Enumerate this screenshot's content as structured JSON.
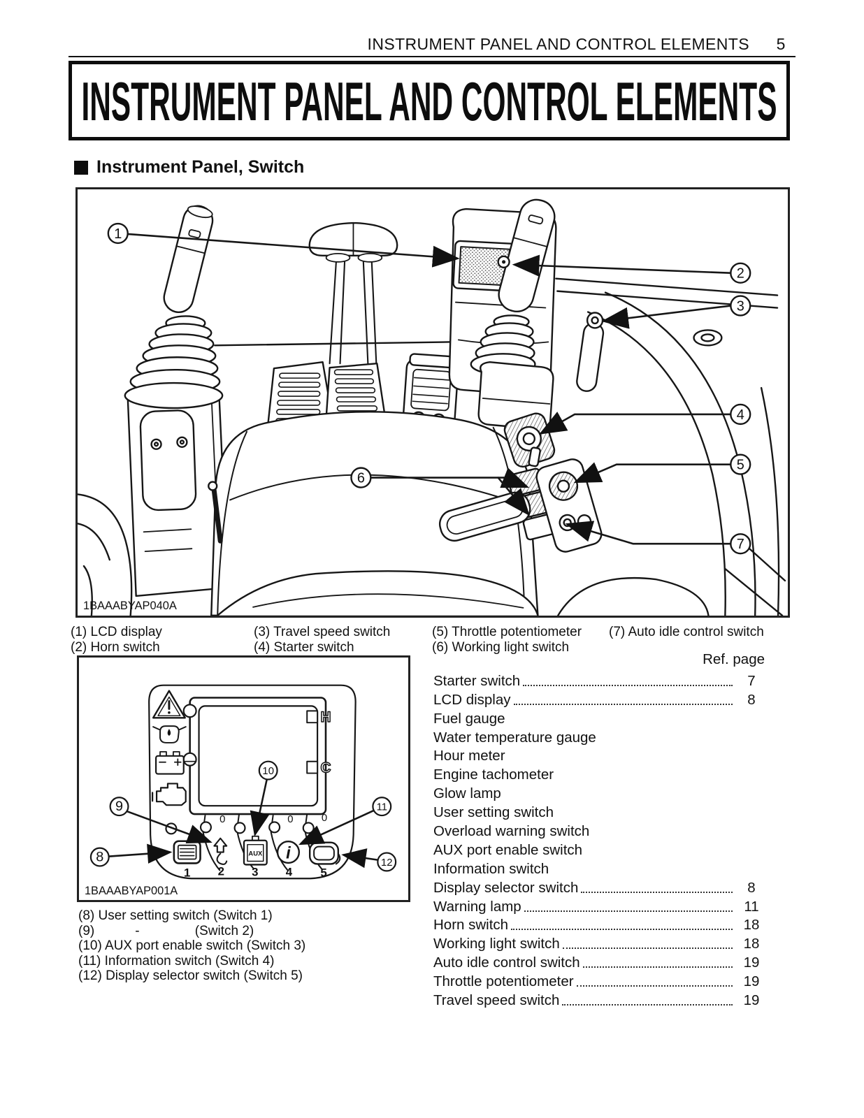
{
  "header": {
    "title": "INSTRUMENT PANEL AND CONTROL ELEMENTS",
    "page_number": "5"
  },
  "title_box": {
    "text": "INSTRUMENT PANEL AND CONTROL ELEMENTS"
  },
  "section": {
    "heading": "Instrument Panel, Switch"
  },
  "figure1": {
    "label": "1BAAABYAP040A",
    "callouts": [
      "1",
      "2",
      "3",
      "4",
      "5",
      "6",
      "7"
    ],
    "caption_columns": {
      "col1": [
        "(1) LCD display",
        "(2) Horn switch"
      ],
      "col2": [
        "(3) Travel speed switch",
        "(4) Starter switch"
      ],
      "col3": [
        "(5) Throttle potentiometer",
        "(6) Working light switch"
      ],
      "col4": [
        "(7) Auto idle control switch"
      ]
    }
  },
  "figure2": {
    "label": "1BAAABYAP001A",
    "callouts": [
      "8",
      "9",
      "10",
      "11",
      "12"
    ],
    "screen_markers": {
      "hot": "H",
      "cold": "C"
    },
    "aux_label": "AUX",
    "info_label": "i",
    "indicator_zero": "0",
    "button_numbers": [
      "1",
      "2",
      "3",
      "4",
      "5"
    ],
    "caption_lines": [
      "(8) User setting switch (Switch 1)",
      "(9)           -               (Switch 2)",
      "(10) AUX port enable switch (Switch 3)",
      "(11) Information switch (Switch 4)",
      "(12) Display selector switch (Switch 5)"
    ]
  },
  "ref_list": {
    "header": "Ref. page",
    "items": [
      {
        "label": "Starter switch",
        "page": "7"
      },
      {
        "label": "LCD display",
        "page": "8"
      },
      {
        "label": "Fuel gauge",
        "page": ""
      },
      {
        "label": "Water temperature gauge",
        "page": ""
      },
      {
        "label": "Hour meter",
        "page": ""
      },
      {
        "label": "Engine tachometer",
        "page": ""
      },
      {
        "label": "Glow lamp",
        "page": ""
      },
      {
        "label": "User setting switch",
        "page": ""
      },
      {
        "label": "Overload warning switch",
        "page": ""
      },
      {
        "label": "AUX port enable switch",
        "page": ""
      },
      {
        "label": "Information switch",
        "page": ""
      },
      {
        "label": "Display selector switch",
        "page": "8"
      },
      {
        "label": "Warning lamp",
        "page": "11"
      },
      {
        "label": "Horn switch",
        "page": "18"
      },
      {
        "label": "Working light switch",
        "page": "18"
      },
      {
        "label": "Auto idle control switch",
        "page": "19"
      },
      {
        "label": "Throttle potentiometer",
        "page": "19"
      },
      {
        "label": "Travel speed switch",
        "page": "19"
      }
    ]
  }
}
